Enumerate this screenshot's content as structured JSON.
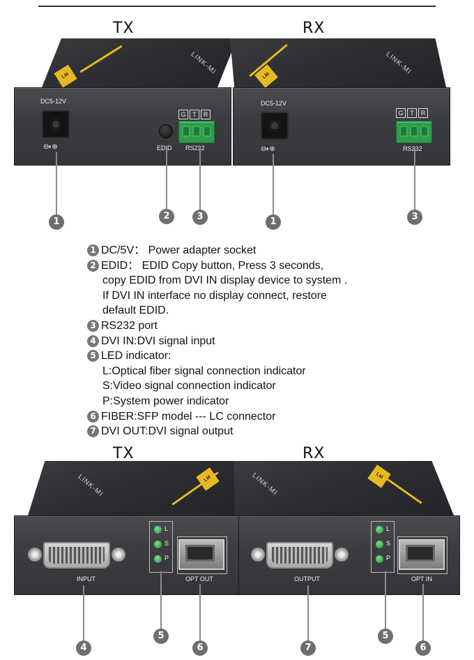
{
  "top_section": {
    "tx_heading": "TX",
    "rx_heading": "RX",
    "tx_unit": {
      "dc_label": "DC5-12V",
      "edid_label": "EDID",
      "gtr_labels": [
        "G",
        "T",
        "R"
      ],
      "rs232_label": "RS232",
      "callouts": [
        "1",
        "2",
        "3"
      ]
    },
    "rx_unit": {
      "dc_label": "DC5-12V",
      "gtr_labels": [
        "G",
        "T",
        "R"
      ],
      "rs232_label": "RS232",
      "callouts": [
        "1",
        "3"
      ]
    },
    "brand": "LINK-MI"
  },
  "legend": [
    {
      "num": "1",
      "text": "DC/5V： Power adapter socket"
    },
    {
      "num": "2",
      "text": "EDID： EDID Copy button, Press 3 seconds,"
    },
    {
      "num": "",
      "text": "copy EDID from DVI IN display device to system ."
    },
    {
      "num": "",
      "text": "If DVI IN interface no display connect, restore"
    },
    {
      "num": "",
      "text": "default EDID."
    },
    {
      "num": "3",
      "text": "RS232 port"
    },
    {
      "num": "4",
      "text": "DVI IN:DVI signal input"
    },
    {
      "num": "5",
      "text": "LED indicator:"
    },
    {
      "num": "",
      "text": "L:Optical fiber signal connection indicator"
    },
    {
      "num": "",
      "text": "S:Video signal connection indicator"
    },
    {
      "num": "",
      "text": "P:System power indicator"
    },
    {
      "num": "6",
      "text": "FIBER:SFP model --- LC connector"
    },
    {
      "num": "7",
      "text": "DVI OUT:DVI signal output"
    }
  ],
  "bottom_section": {
    "tx_heading": "TX",
    "rx_heading": "RX",
    "tx_unit": {
      "port_label": "INPUT",
      "opt_label": "OPT OUT",
      "led_letters": [
        "L",
        "S",
        "P"
      ],
      "callouts": [
        "4",
        "5",
        "6"
      ]
    },
    "rx_unit": {
      "port_label": "OUTPUT",
      "opt_label": "OPT IN",
      "led_letters": [
        "L",
        "S",
        "P"
      ],
      "callouts": [
        "7",
        "5",
        "6"
      ]
    },
    "brand": "LINK-MI"
  },
  "colors": {
    "device_body": "#3c3d41",
    "accent_stripe": "#e7b923",
    "terminal_green": "#2e9c4a",
    "led_green": "#3ec155",
    "callout_gray": "#6e6e6e"
  }
}
